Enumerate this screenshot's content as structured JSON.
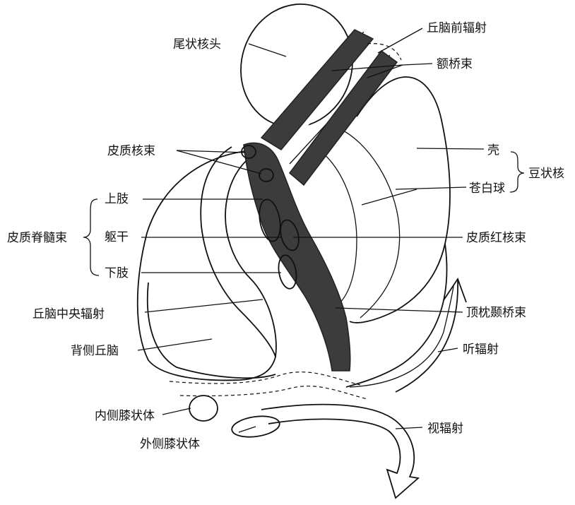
{
  "labels": {
    "caudate_head": "尾状核头",
    "anterior_thalamic_radiation": "丘脑前辐射",
    "frontopontine_tract": "额桥束",
    "corticonuclear_tract": "皮质核束",
    "putamen": "壳",
    "lentiform_nucleus": "豆状核",
    "globus_pallidus": "苍白球",
    "upper_limb": "上肢",
    "corticospinal_tract": "皮质脊髓束",
    "trunk": "躯干",
    "corticorubral_tract": "皮质红核束",
    "lower_limb": "下肢",
    "central_thalamic_radiation": "丘脑中央辐射",
    "parieto_occipito_temporo_pontine_tract": "顶枕颞桥束",
    "auditory_radiation": "听辐射",
    "dorsal_thalamus": "背侧丘脑",
    "medial_geniculate_body": "内侧膝状体",
    "optic_radiation": "视辐射",
    "lateral_geniculate_body": "外侧膝状体"
  }
}
